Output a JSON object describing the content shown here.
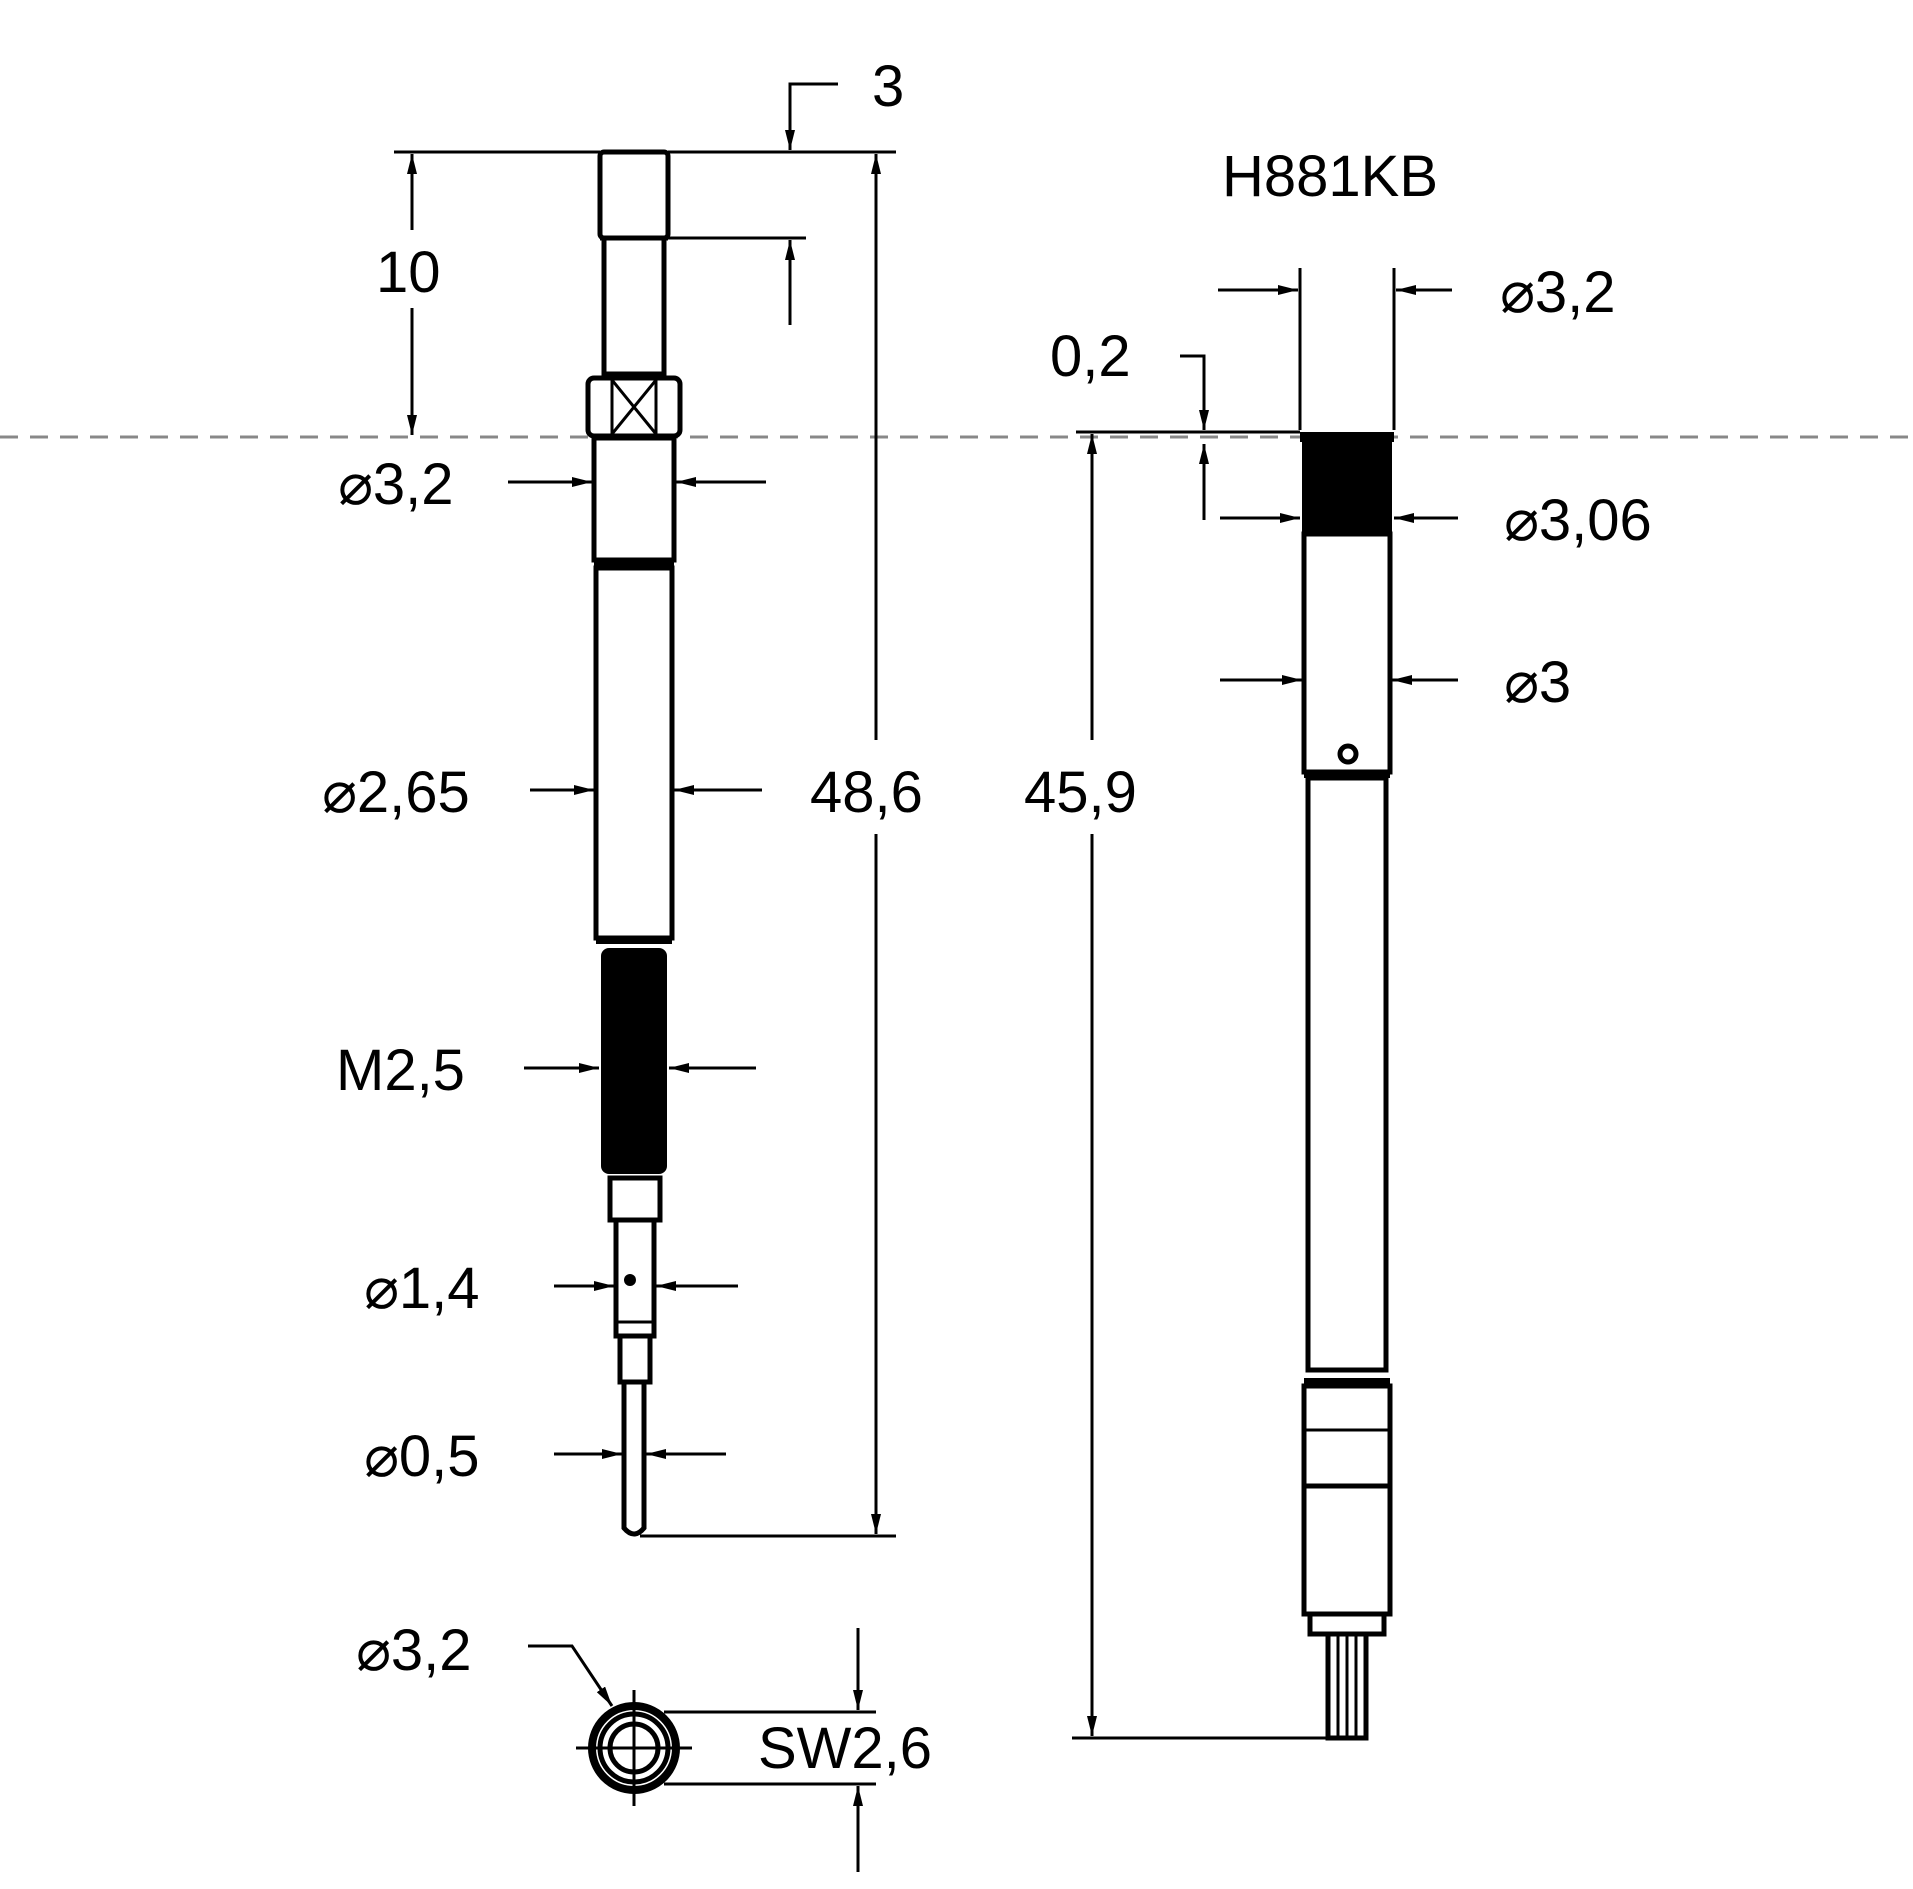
{
  "title": "H881KB",
  "colors": {
    "line": "#000000",
    "background": "#ffffff",
    "centerline": "#888888"
  },
  "left_view": {
    "dim_top_offset": "3",
    "dim_head_length": "10",
    "dim_head_dia": "⌀3,2",
    "dim_shaft_dia": "⌀2,65",
    "dim_thread": "M2,5",
    "dim_tip_dia": "⌀1,4",
    "dim_pin_dia": "⌀0,5",
    "dim_total_length": "48,6"
  },
  "end_view": {
    "dim_dia": "⌀3,2",
    "dim_across_flats": "SW2,6"
  },
  "right_view": {
    "dim_top_dia": "⌀3,2",
    "dim_offset": "0,2",
    "dim_knurl_dia": "⌀3,06",
    "dim_body_dia": "⌀3",
    "dim_length": "45,9"
  }
}
